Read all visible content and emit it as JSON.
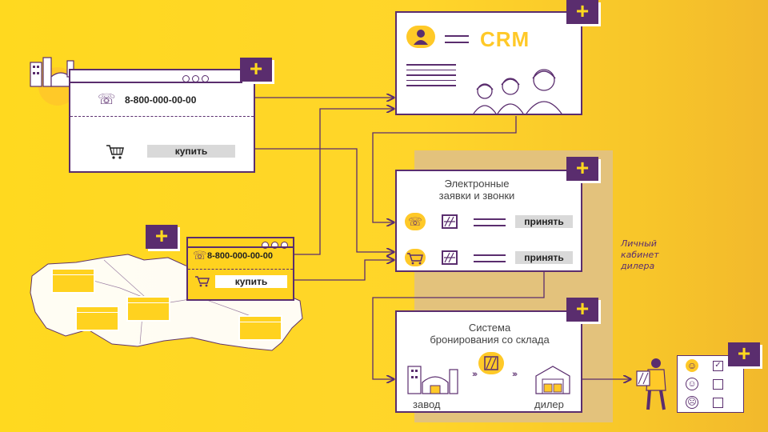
{
  "top_site": {
    "phone": "8-800-000-00-00",
    "buy_label": "купить"
  },
  "mid_site": {
    "phone": "8-800-000-00-00",
    "buy_label": "купить"
  },
  "crm": {
    "label": "CRM"
  },
  "requests": {
    "title": "Электронные\nзаявки и звонки",
    "accept_label_1": "принять",
    "accept_label_2": "принять"
  },
  "dealer_cabinet": {
    "label": "Личный\nкабинет\nдилера"
  },
  "booking": {
    "title": "Система\nбронирования со склада",
    "factory_label": "завод",
    "dealer_label": "дилер"
  },
  "plus_symbol": "+",
  "colors": {
    "background": "#ffd91f",
    "accent": "#5a2d6e",
    "panel": "#ffffff",
    "highlight_zone": "#e3bf7a"
  }
}
